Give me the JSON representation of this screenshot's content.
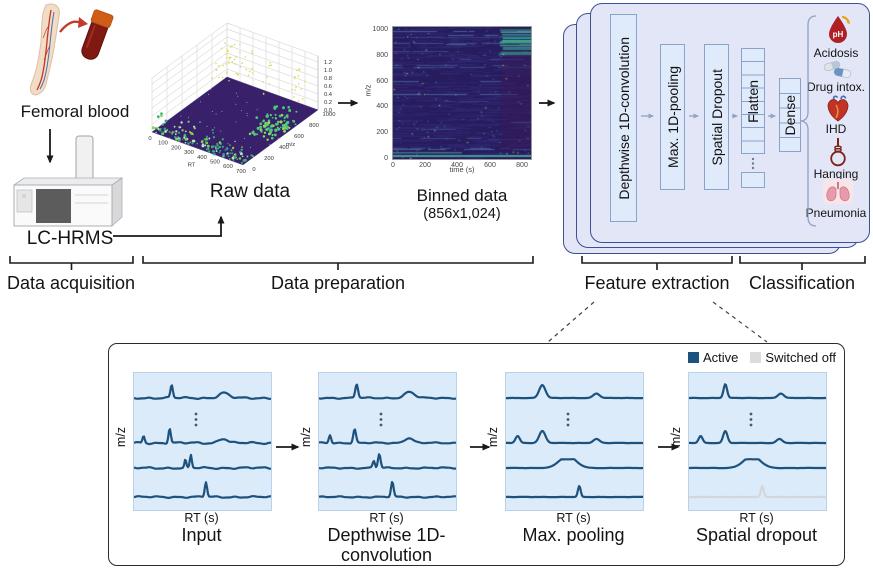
{
  "acquisition": {
    "sample_label": "Femoral blood",
    "instrument_label": "LC-HRMS"
  },
  "raw_plot": {
    "title": "Raw data"
  },
  "binned_plot": {
    "title": "Binned data",
    "size": "(856x1,024)"
  },
  "stages": {
    "acquisition": "Data acquisition",
    "preparation": "Data preparation",
    "feature_extraction": "Feature extraction",
    "classification": "Classification"
  },
  "network": {
    "layers": [
      {
        "label": "Depthwise 1D-convolution"
      },
      {
        "label": "Max. 1D-pooling"
      },
      {
        "label": "Spatial Dropout"
      },
      {
        "label": "Flatten"
      },
      {
        "label": "Dense"
      }
    ],
    "classes": [
      {
        "icon": "ph-blood-drop-icon",
        "label": "Acidosis"
      },
      {
        "icon": "pills-icon",
        "label": "Drug intox."
      },
      {
        "icon": "heart-icon",
        "label": "IHD"
      },
      {
        "icon": "noose-icon",
        "label": "Hanging"
      },
      {
        "icon": "lungs-icon",
        "label": "Pneumonia"
      }
    ]
  },
  "chart_data": [
    {
      "type": "scatter",
      "variant": "3d-peak-plot",
      "title": "Raw data",
      "xlabel": "RT",
      "x_ticks": [
        0,
        100,
        200,
        300,
        400,
        500,
        600,
        700
      ],
      "ylabel": "m/z",
      "y_ticks": [
        0,
        200,
        400,
        600,
        800,
        1000
      ],
      "z_ticks": [
        0.0,
        0.2,
        0.4,
        0.6,
        0.8,
        1.0,
        1.2
      ],
      "description": "sparse green and yellow intensity peaks above a dark purple base plane"
    },
    {
      "type": "heatmap",
      "title": "Binned data",
      "subtitle": "(856x1,024)",
      "xlabel": "time (s)",
      "x_ticks": [
        0,
        200,
        400,
        600,
        800
      ],
      "xlim": [
        0,
        856
      ],
      "ylabel": "m/z",
      "y_ticks": [
        0,
        200,
        400,
        600,
        800,
        1000
      ],
      "ylim": [
        0,
        1024
      ],
      "description": "dark indigo matrix with brighter teal-green bands at high m/z late retention times and a bright bottom row"
    }
  ],
  "bottom_panel": {
    "legend": [
      {
        "label": "Active",
        "color": "#1d527e"
      },
      {
        "label": "Switched off",
        "color": "#dcdcdc"
      }
    ],
    "xlabel": "RT (s)",
    "ylabel": "m/z",
    "trace_color": "#1d527e",
    "trace_off_color": "#d3d7db",
    "panels": [
      {
        "title_lines": [
          "Input"
        ],
        "traces": [
          {
            "baseline": 25,
            "noise": 1.1,
            "peaks": [
              {
                "c": 0.275,
                "h": 13,
                "w": 0.012
              },
              {
                "c": 0.655,
                "h": 5,
                "w": 0.05
              }
            ]
          },
          {
            "baseline": 70,
            "noise": 1.2,
            "peaks": [
              {
                "c": 0.07,
                "h": 7,
                "w": 0.011
              },
              {
                "c": 0.26,
                "h": 15,
                "w": 0.012
              },
              {
                "c": 0.65,
                "h": 4.5,
                "w": 0.045
              }
            ]
          },
          {
            "baseline": 95,
            "noise": 1.1,
            "peaks": [
              {
                "c": 0.375,
                "h": 8,
                "w": 0.009
              },
              {
                "c": 0.415,
                "h": 13,
                "w": 0.01
              }
            ]
          },
          {
            "baseline": 124,
            "noise": 1.0,
            "peaks": [
              {
                "c": 0.525,
                "h": 15,
                "w": 0.012
              }
            ]
          }
        ]
      },
      {
        "title_lines": [
          "Depthwise 1D-",
          "convolution"
        ],
        "traces": [
          {
            "baseline": 25,
            "noise": 0.8,
            "peaks": [
              {
                "c": 0.275,
                "h": 14,
                "w": 0.014
              },
              {
                "c": 0.66,
                "h": 6,
                "w": 0.05
              }
            ]
          },
          {
            "baseline": 70,
            "noise": 0.8,
            "peaks": [
              {
                "c": 0.08,
                "h": 8,
                "w": 0.012
              },
              {
                "c": 0.26,
                "h": 14,
                "w": 0.014
              },
              {
                "c": 0.655,
                "h": 5,
                "w": 0.045
              }
            ]
          },
          {
            "baseline": 95,
            "noise": 0.8,
            "peaks": [
              {
                "c": 0.4,
                "h": 7,
                "w": 0.012
              },
              {
                "c": 0.44,
                "h": 14,
                "w": 0.013
              }
            ]
          },
          {
            "baseline": 124,
            "noise": 0.8,
            "peaks": [
              {
                "c": 0.535,
                "h": 15,
                "w": 0.013
              }
            ]
          }
        ]
      },
      {
        "title_lines": [
          "Max. pooling"
        ],
        "traces": [
          {
            "baseline": 25,
            "noise": 0.15,
            "peaks": [
              {
                "c": 0.265,
                "h": 13,
                "w": 0.032
              },
              {
                "c": 0.66,
                "h": 4.5,
                "w": 0.032
              }
            ]
          },
          {
            "baseline": 70,
            "noise": 0.15,
            "peaks": [
              {
                "c": 0.085,
                "h": 7,
                "w": 0.022
              },
              {
                "c": 0.265,
                "h": 12,
                "w": 0.032
              },
              {
                "c": 0.66,
                "h": 4,
                "w": 0.032
              }
            ]
          },
          {
            "baseline": 95,
            "noise": 0.15,
            "peaks": [
              {
                "c": 0.45,
                "h": 12,
                "w": 0.085,
                "flat": true
              }
            ]
          },
          {
            "baseline": 124,
            "noise": 0.15,
            "peaks": [
              {
                "c": 0.535,
                "h": 11,
                "w": 0.014
              }
            ]
          }
        ]
      },
      {
        "title_lines": [
          "Spatial dropout"
        ],
        "traces": [
          {
            "baseline": 25,
            "noise": 0.15,
            "peaks": [
              {
                "c": 0.265,
                "h": 14,
                "w": 0.018
              },
              {
                "c": 0.67,
                "h": 4.5,
                "w": 0.03
              }
            ]
          },
          {
            "baseline": 70,
            "noise": 0.15,
            "peaks": [
              {
                "c": 0.085,
                "h": 7,
                "w": 0.02
              },
              {
                "c": 0.265,
                "h": 12,
                "w": 0.022
              },
              {
                "c": 0.66,
                "h": 4,
                "w": 0.03
              }
            ]
          },
          {
            "baseline": 95,
            "noise": 0.15,
            "peaks": [
              {
                "c": 0.46,
                "h": 12,
                "w": 0.085,
                "flat": true
              }
            ]
          },
          {
            "baseline": 124,
            "noise": 0.15,
            "off": true,
            "peaks": [
              {
                "c": 0.535,
                "h": 11,
                "w": 0.014
              }
            ]
          }
        ]
      }
    ]
  }
}
